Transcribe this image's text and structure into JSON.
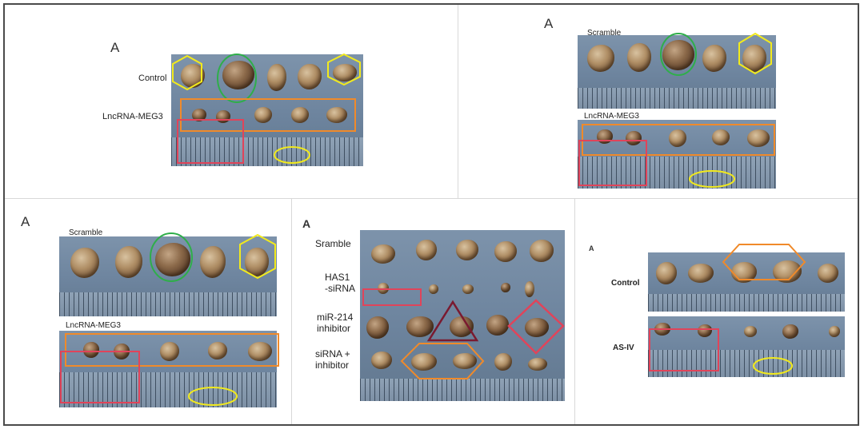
{
  "panels": [
    {
      "id": "p1",
      "letter": "A",
      "labels": [
        "Control",
        "LncRNA-MEG3"
      ]
    },
    {
      "id": "p2",
      "letter": "A",
      "labels": [
        "Scramble",
        "LncRNA-MEG3"
      ]
    },
    {
      "id": "p3",
      "letter": "A",
      "labels": [
        "Scramble",
        "LncRNA-MEG3"
      ]
    },
    {
      "id": "p4",
      "letter": "A",
      "labels": [
        "Sramble",
        "HAS1",
        "-siRNA",
        "miR-214",
        "inhibitor",
        "siRNA +",
        "inhibitor"
      ]
    },
    {
      "id": "p5",
      "letter": "A",
      "labels": [
        "Control",
        "AS-IV"
      ]
    }
  ],
  "annotation_colors": {
    "yellow": "#f2ea1c",
    "green": "#2fae4a",
    "orange": "#f08a2a",
    "red": "#e0445a",
    "maroon": "#7a1a30"
  }
}
